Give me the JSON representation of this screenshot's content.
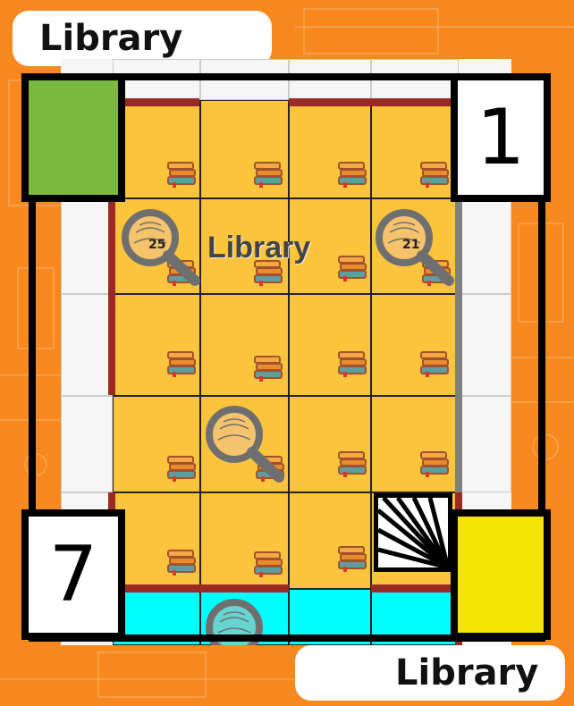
{
  "labels": {
    "top": "Library",
    "bottom": "Library",
    "room": "Library"
  },
  "corners": {
    "top_right": "1",
    "bottom_left": "7"
  },
  "search_numbers": [
    "25",
    "21"
  ],
  "colors": {
    "background": "#f7891e",
    "floor": "#fbc43c",
    "wall": "#9b2a24",
    "corner_green": "#7ab83f",
    "corner_yellow": "#f5e400",
    "water": "#00ffff"
  }
}
